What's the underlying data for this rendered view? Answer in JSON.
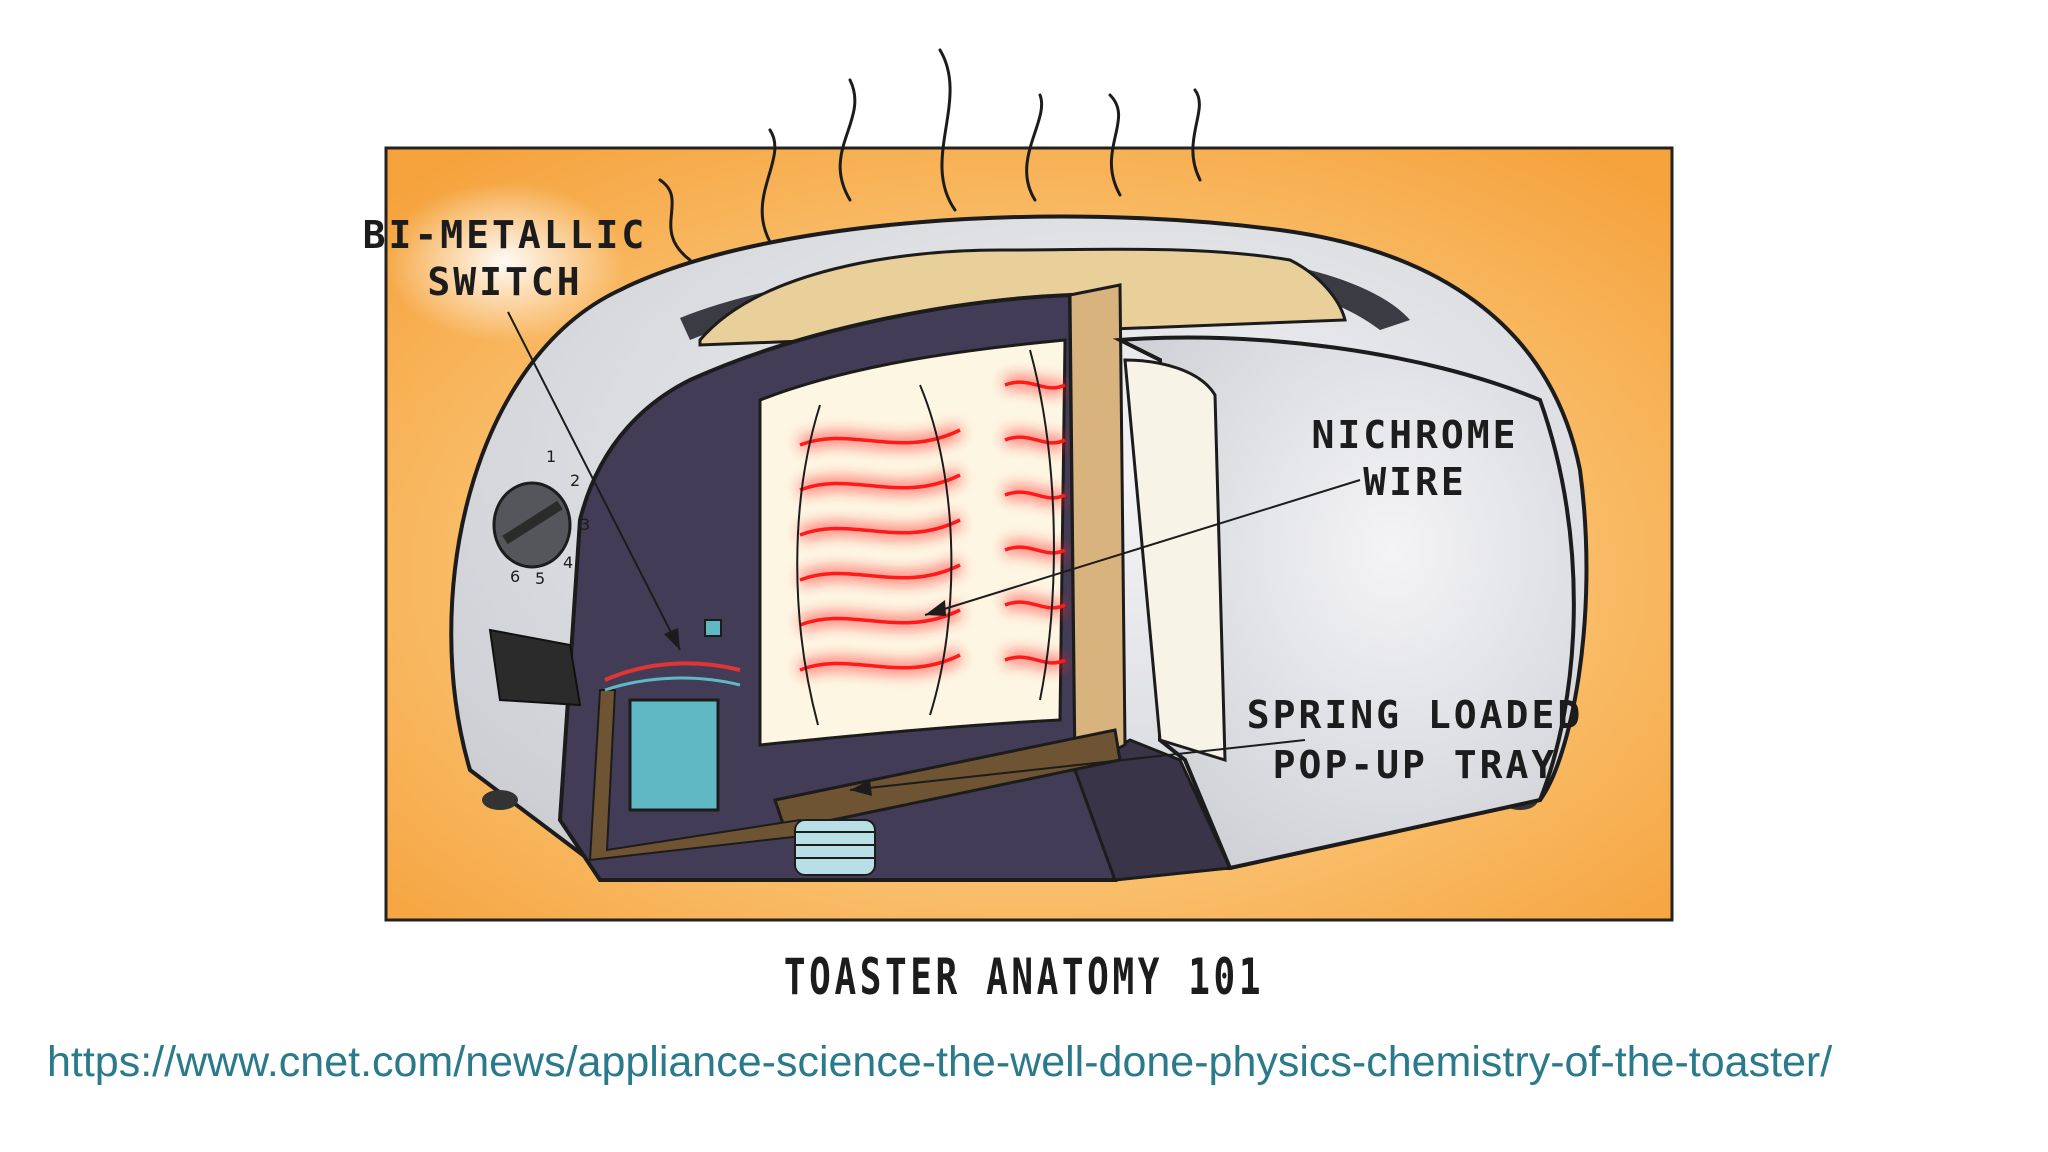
{
  "diagram": {
    "labels": {
      "bimetallic_line1": "BI-METALLIC",
      "bimetallic_line2": "SWITCH",
      "nichrome_line1": "NICHROME",
      "nichrome_line2": "WIRE",
      "tray_line1": "SPRING LOADED",
      "tray_line2": "POP-UP TRAY"
    },
    "dial_numbers": [
      "1",
      "2",
      "3",
      "4",
      "5",
      "6"
    ],
    "caption": "TOASTER ANATOMY 101"
  },
  "source_url": "https://www.cnet.com/news/appliance-science-the-well-done-physics-chemistry-of-the-toaster/",
  "colors": {
    "background_orange": "#f5a23c",
    "body_silver": "#d9dade",
    "interior_dark": "#433c56",
    "bread": "#e9cf9a",
    "heat_red": "#ff2020",
    "switch_teal": "#5fb8c4",
    "url_teal": "#2a7a8c"
  }
}
